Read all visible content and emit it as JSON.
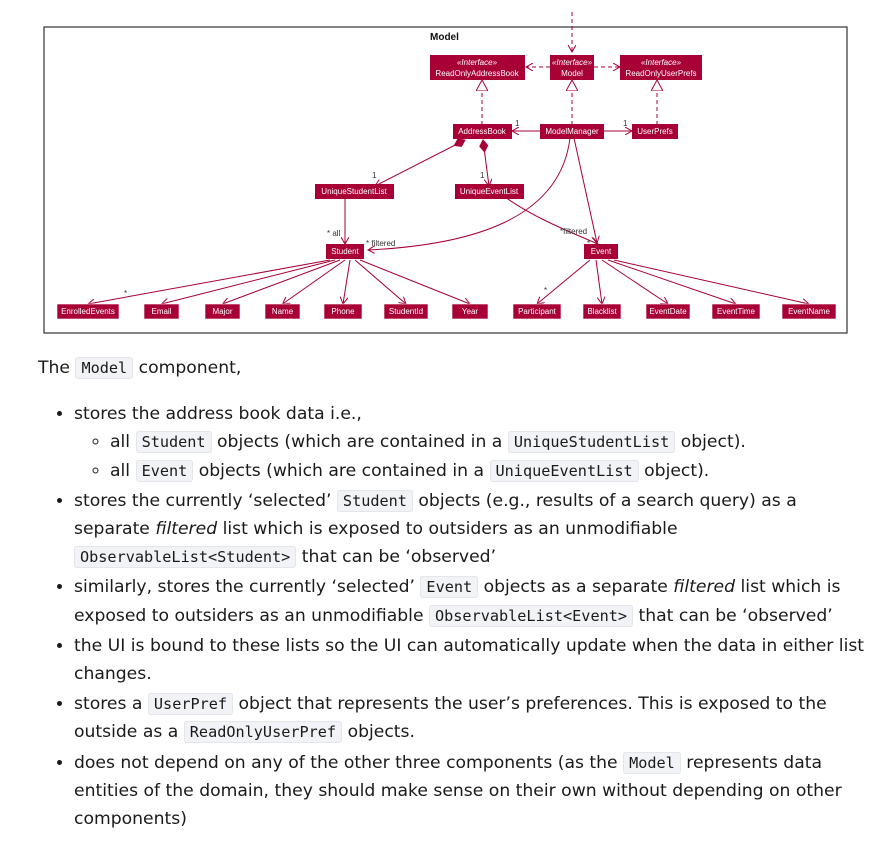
{
  "diagram": {
    "package_title": "Model",
    "interfaces": [
      {
        "id": "ro-addressbook",
        "stereotype": "«Interface»",
        "name": "ReadOnlyAddressBook"
      },
      {
        "id": "model",
        "stereotype": "«Interface»",
        "name": "Model"
      },
      {
        "id": "ro-userprefs",
        "stereotype": "«Interface»",
        "name": "ReadOnlyUserPrefs"
      }
    ],
    "classes": {
      "address_book": "AddressBook",
      "model_manager": "ModelManager",
      "user_prefs": "UserPrefs",
      "unique_student_list": "UniqueStudentList",
      "unique_event_list": "UniqueEventList",
      "student": "Student",
      "event": "Event"
    },
    "student_attributes": [
      "EnrolledEvents",
      "Email",
      "Major",
      "Name",
      "Phone",
      "StudentId",
      "Year"
    ],
    "event_attributes": [
      "Participant",
      "Blacklist",
      "EventDate",
      "EventTime",
      "EventName"
    ],
    "multiplicities": {
      "ab_ro": "1",
      "up_ro": "1",
      "usl_one": "1",
      "uel_one": "1",
      "student_all": "* all",
      "student_filtered": "* filtered",
      "event_filtered": "*filtered",
      "event_star": "*",
      "enrolled_star": "*",
      "participant_star": "*"
    },
    "colors": {
      "box": "#a80036",
      "line": "#a80036",
      "frame": "#333333"
    }
  },
  "doc": {
    "intro_pre": "The",
    "intro_code": "Model",
    "intro_post": "component,",
    "bullet1": "stores the address book data i.e.,",
    "sub1_pre": "all",
    "sub1_code1": "Student",
    "sub1_mid": "objects (which are contained in a",
    "sub1_code2": "UniqueStudentList",
    "sub1_post": "object).",
    "sub2_pre": "all",
    "sub2_code1": "Event",
    "sub2_mid": "objects (which are contained in a",
    "sub2_code2": "UniqueEventList",
    "sub2_post": "object).",
    "b2_pre": "stores the currently ‘selected’",
    "b2_code1": "Student",
    "b2_mid": "objects (e.g., results of a search query) as a separate",
    "b2_em": "filtered",
    "b2_mid2": "list which is exposed to outsiders as an unmodifiable",
    "b2_code2": "ObservableList<Student>",
    "b2_post": "that can be ‘observed’",
    "b3_pre": "similarly, stores the currently ‘selected’",
    "b3_code1": "Event",
    "b3_mid": "objects as a separate",
    "b3_em": "filtered",
    "b3_mid2": "list which is exposed to outsiders as an unmodifiable",
    "b3_code2": "ObservableList<Event>",
    "b3_post": "that can be ‘observed’",
    "b4": "the UI is bound to these lists so the UI can automatically update when the data in either list changes.",
    "b5_pre": "stores a",
    "b5_code1": "UserPref",
    "b5_mid": "object that represents the user’s preferences. This is exposed to the outside as a",
    "b5_code2": "ReadOnlyUserPref",
    "b5_post": "objects.",
    "b6_pre": "does not depend on any of the other three components (as the",
    "b6_code": "Model",
    "b6_post": "represents data entities of the domain, they should make sense on their own without depending on other components)"
  }
}
